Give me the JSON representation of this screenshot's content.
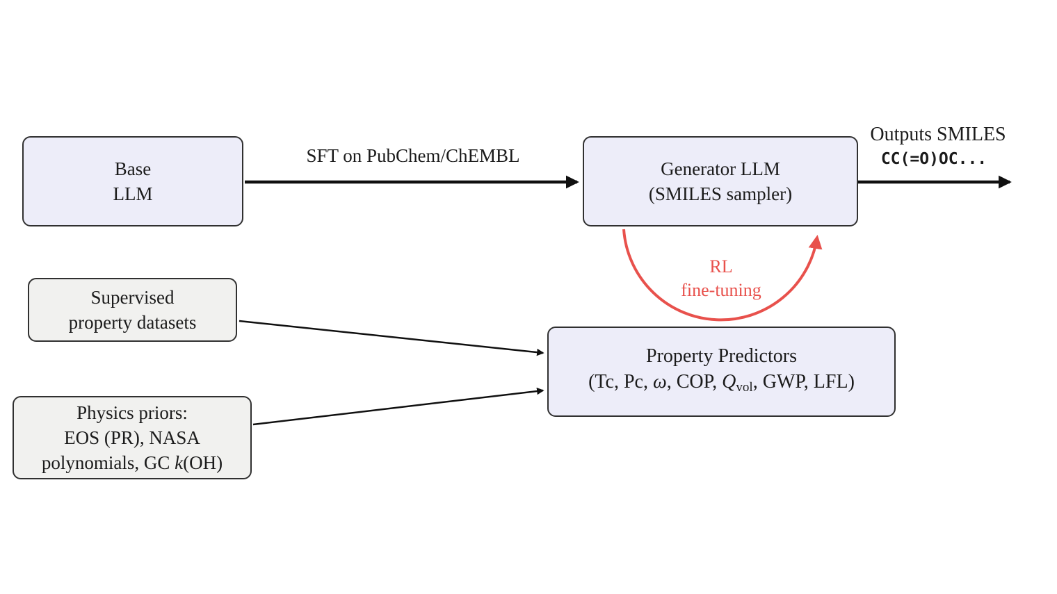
{
  "colors": {
    "background": "#ffffff",
    "node_fill_lavender": "#ededf9",
    "node_fill_gray": "#f1f1ef",
    "node_border": "#303030",
    "text": "#1b1b1b",
    "arrow_black": "#101010",
    "rl_red": "#e8514c"
  },
  "nodes": {
    "base_llm": {
      "lines": [
        "Base",
        "LLM"
      ]
    },
    "generator": {
      "lines": [
        "Generator LLM",
        "(SMILES sampler)"
      ]
    },
    "property_predictors": {
      "title": "Property Predictors",
      "seg1": "(Tc, Pc, ",
      "omega": "ω",
      "seg2": ", COP, ",
      "q": "Q",
      "sub": "vol",
      "seg3": ", GWP, LFL)"
    },
    "supervised": {
      "lines": [
        "Supervised",
        "property datasets"
      ]
    },
    "physics": {
      "line1": "Physics priors:",
      "line2": "EOS (PR), NASA",
      "line3_prefix": "polynomials, GC ",
      "line3_k": "k",
      "line3_suffix": "(OH)"
    }
  },
  "labels": {
    "sft_arrow": "SFT on PubChem/ChEMBL",
    "outputs_title": "Outputs SMILES",
    "outputs_code": "CC(=O)OC...",
    "rl_line1": "RL",
    "rl_line2": "fine-tuning"
  }
}
